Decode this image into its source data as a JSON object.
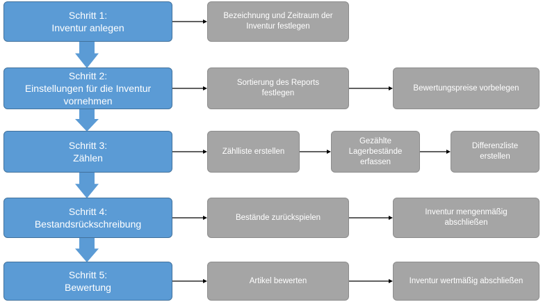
{
  "colors": {
    "step_fill": "#5b9bd5",
    "step_border": "#41719c",
    "task_fill": "#a5a5a5",
    "task_border": "#8c8c8c",
    "text": "#ffffff",
    "connector": "#000000"
  },
  "steps": [
    {
      "label": "Schritt 1:\nInventur anlegen",
      "tasks": [
        {
          "label": "Bezeichnung und Zeitraum der\nInventur festlegen"
        }
      ]
    },
    {
      "label": "Schritt 2:\nEinstellungen für die Inventur\nvornehmen",
      "tasks": [
        {
          "label": "Sortierung des Reports\nfestlegen"
        },
        {
          "label": "Bewertungspreise vorbelegen"
        }
      ]
    },
    {
      "label": "Schritt 3:\nZählen",
      "tasks": [
        {
          "label": "Zählliste erstellen"
        },
        {
          "label": "Gezählte\nLagerbestände\nerfassen"
        },
        {
          "label": "Differenzliste\nerstellen"
        }
      ]
    },
    {
      "label": "Schritt 4:\nBestandsrückschreibung",
      "tasks": [
        {
          "label": "Bestände zurückspielen"
        },
        {
          "label": "Inventur mengenmäßig\nabschließen"
        }
      ]
    },
    {
      "label": "Schritt 5:\nBewertung",
      "tasks": [
        {
          "label": "Artikel bewerten"
        },
        {
          "label": "Inventur wertmäßig abschließen"
        }
      ]
    }
  ]
}
